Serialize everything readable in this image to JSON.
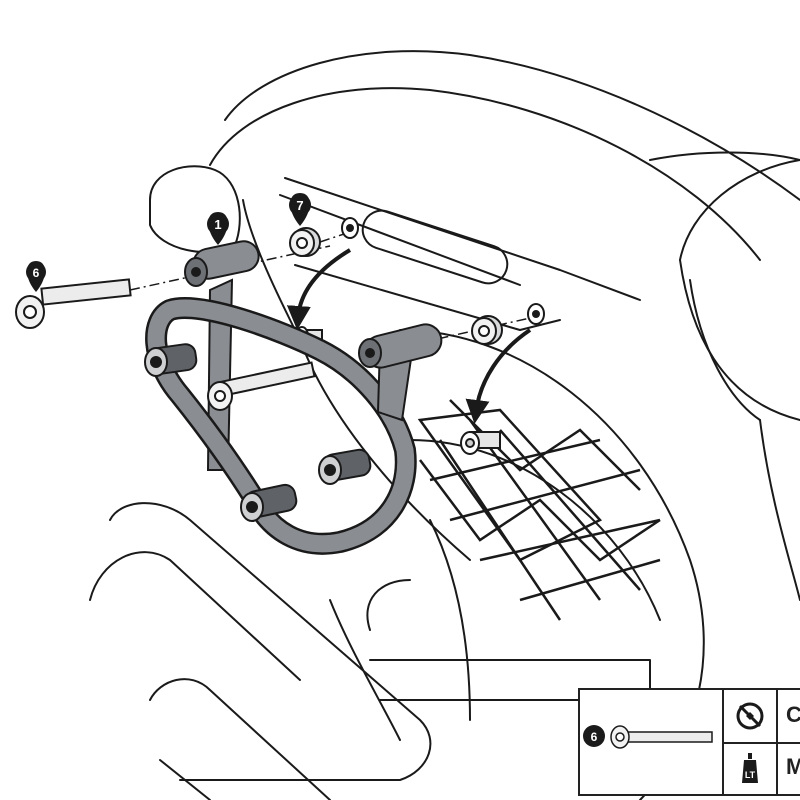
{
  "callouts": {
    "bracket": "1",
    "bolt": "6",
    "spacer": "7"
  },
  "inset": {
    "part_number": "6",
    "row1_icon": "torque-wrench-icon",
    "row1_text": "C",
    "row2_icon": "threadlocker-icon",
    "row2_text": "Me"
  },
  "colors": {
    "line": "#1a1a1a",
    "part_fill": "#8a8d92",
    "part_dark": "#5f6368",
    "callout": "#1a1a1a"
  }
}
